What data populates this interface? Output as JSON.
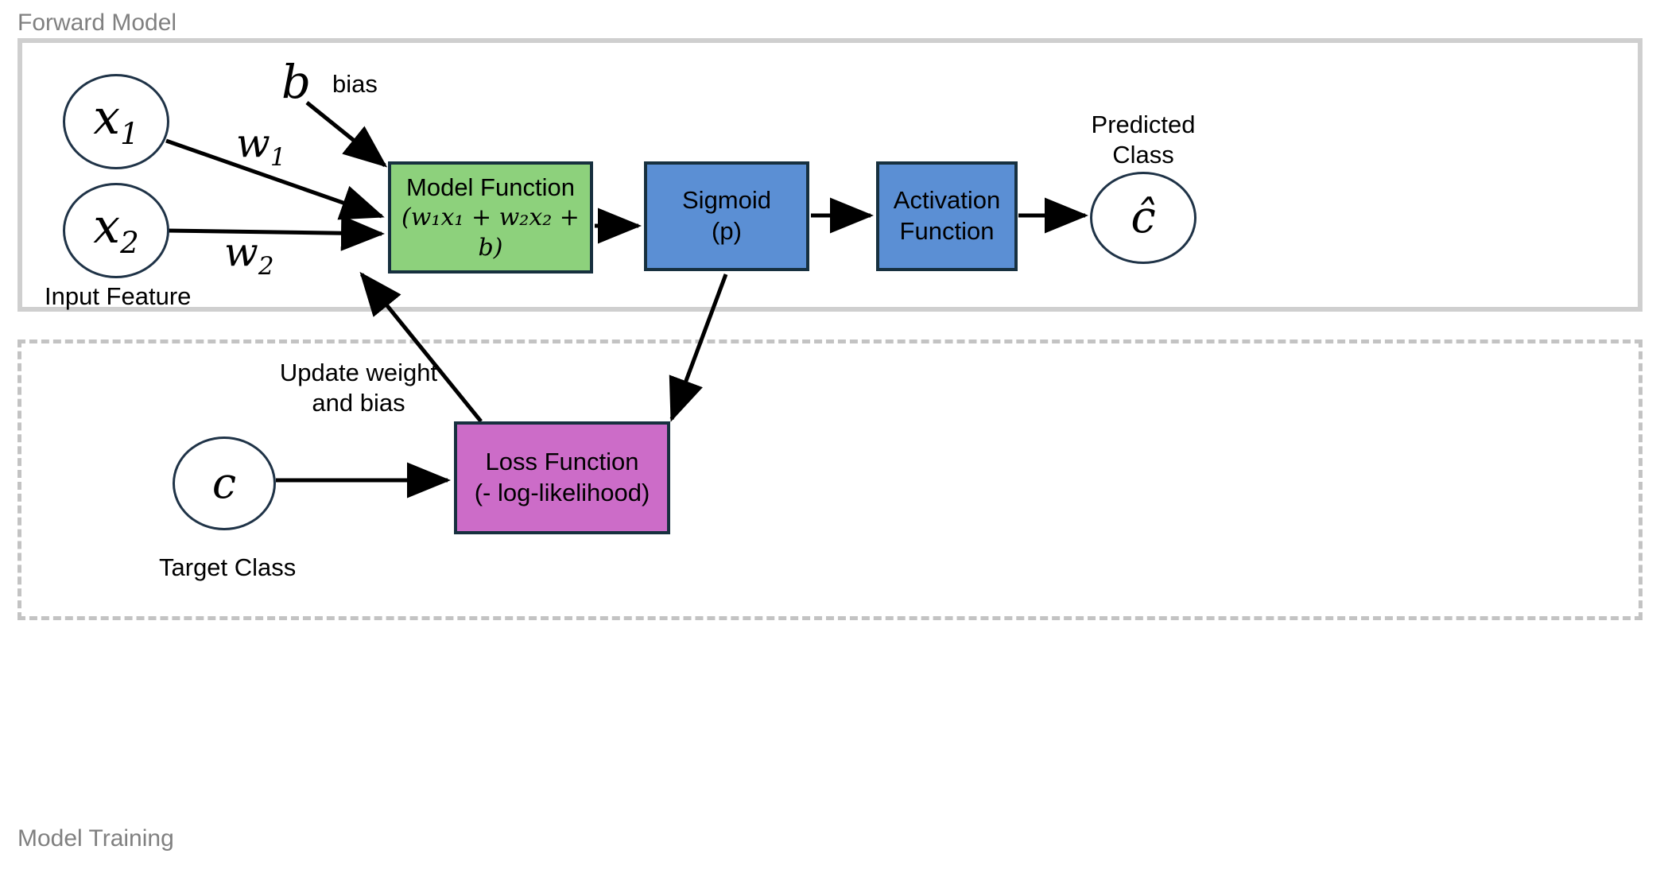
{
  "groups": {
    "forward": {
      "label": "Forward Model"
    },
    "training": {
      "label": "Model Training"
    }
  },
  "nodes": {
    "x1": {
      "symbol": "x",
      "subscript": "1"
    },
    "x2": {
      "symbol": "x",
      "subscript": "2"
    },
    "chat": {
      "symbol": "ĉ"
    },
    "c": {
      "symbol": "c"
    }
  },
  "labels": {
    "input_feature": "Input Feature",
    "predicted_class_line1": "Predicted",
    "predicted_class_line2": "Class",
    "target_class": "Target Class",
    "bias_symbol": "b",
    "bias_text": "bias",
    "w1_symbol": "w",
    "w1_sub": "1",
    "w2_symbol": "w",
    "w2_sub": "2",
    "update_line1": "Update weight",
    "update_line2": "and bias"
  },
  "boxes": {
    "model_function": {
      "title": "Model Function",
      "formula": "(w₁x₁ + w₂x₂ + b)",
      "fill": "#8DD17C",
      "stroke": "#17303f"
    },
    "sigmoid": {
      "title": "Sigmoid",
      "subtitle": "(p)",
      "fill": "#5B8FD4",
      "stroke": "#17303f"
    },
    "activation": {
      "title": "Activation",
      "subtitle": "Function",
      "fill": "#5B8FD4",
      "stroke": "#17303f"
    },
    "loss_function": {
      "title": "Loss Function",
      "subtitle": "(- log-likelihood)",
      "fill": "#CC6CC8",
      "stroke": "#17303f"
    }
  },
  "colors": {
    "group_label": "#808080",
    "forward_border": "#cfcfcf",
    "training_border": "#c3c3c3",
    "node_stroke": "#1f3347",
    "arrow": "#000000",
    "background": "#ffffff"
  },
  "edges": [
    {
      "name": "x1-to-model",
      "label": "w₁"
    },
    {
      "name": "x2-to-model",
      "label": "w₂"
    },
    {
      "name": "bias-to-model",
      "label": "b"
    },
    {
      "name": "model-to-sigmoid",
      "label": ""
    },
    {
      "name": "sigmoid-to-activation",
      "label": ""
    },
    {
      "name": "activation-to-predicted",
      "label": ""
    },
    {
      "name": "sigmoid-to-loss",
      "label": ""
    },
    {
      "name": "target-to-loss",
      "label": ""
    },
    {
      "name": "loss-to-model",
      "label": "Update weight and bias"
    }
  ]
}
